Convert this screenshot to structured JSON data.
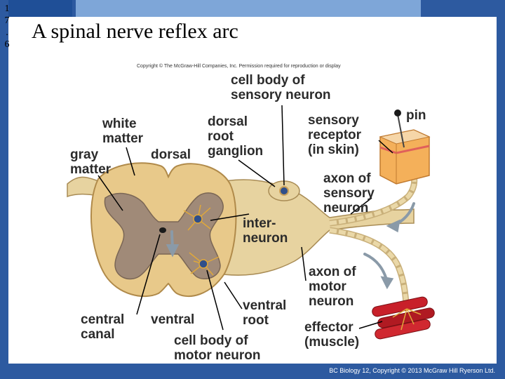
{
  "slide": {
    "number_digits": [
      "1",
      "7",
      ".",
      "6"
    ],
    "title": "A spinal nerve reflex arc",
    "copyright": "Copyright © The McGraw-Hill Companies, Inc. Permission required for reproduction or display",
    "footer": "BC Biology 12, Copyright © 2013 McGraw Hill Ryerson Ltd."
  },
  "labels": {
    "cell_body_sensory": "cell body of\nsensory neuron",
    "white_matter": "white\nmatter",
    "gray_matter": "gray\nmatter",
    "dorsal": "dorsal",
    "dorsal_root_ganglion": "dorsal\nroot\nganglion",
    "sensory_receptor": "sensory\nreceptor\n(in skin)",
    "pin": "pin",
    "axon_sensory": "axon of\nsensory\nneuron",
    "interneuron": "inter-\nneuron",
    "axon_motor": "axon of\nmotor\nneuron",
    "central_canal": "central\ncanal",
    "ventral": "ventral",
    "ventral_root": "ventral\nroot",
    "effector": "effector\n(muscle)",
    "cell_body_motor": "cell body of\nmotor neuron"
  },
  "colors": {
    "slide_border": "#2d5aa0",
    "white_matter": "#e8c98a",
    "gray_matter": "#a08a78",
    "nerve": "#e7d3a0",
    "neuron_body": "#2f4f8a",
    "muscle": "#c8202a",
    "arrow": "#8a9aa8"
  }
}
